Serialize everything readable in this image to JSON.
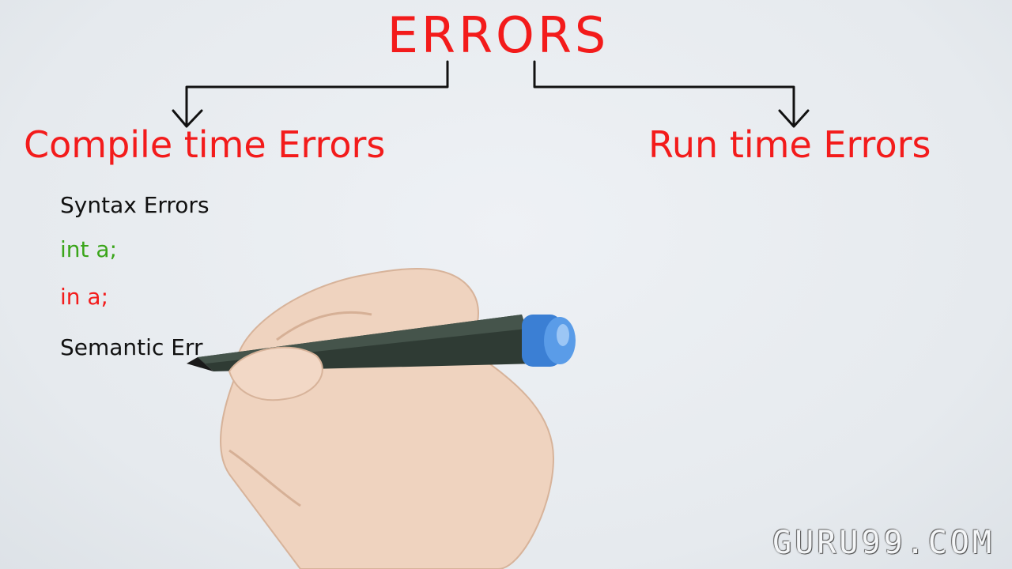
{
  "title": "ERRORS",
  "branches": {
    "left": "Compile time Errors",
    "right": "Run time Errors"
  },
  "notes": [
    {
      "text": "Syntax Errors",
      "color": "#111111"
    },
    {
      "text": "int a;",
      "color": "#3aa51a"
    },
    {
      "text": "in a;",
      "color": "#f31b1b"
    },
    {
      "text": "Semantic Err",
      "color": "#111111"
    }
  ],
  "watermark": "GURU99.COM",
  "colors": {
    "accent": "#f31b1b",
    "marker_body": "#2f3b34",
    "marker_cap": "#3b7fd4"
  }
}
